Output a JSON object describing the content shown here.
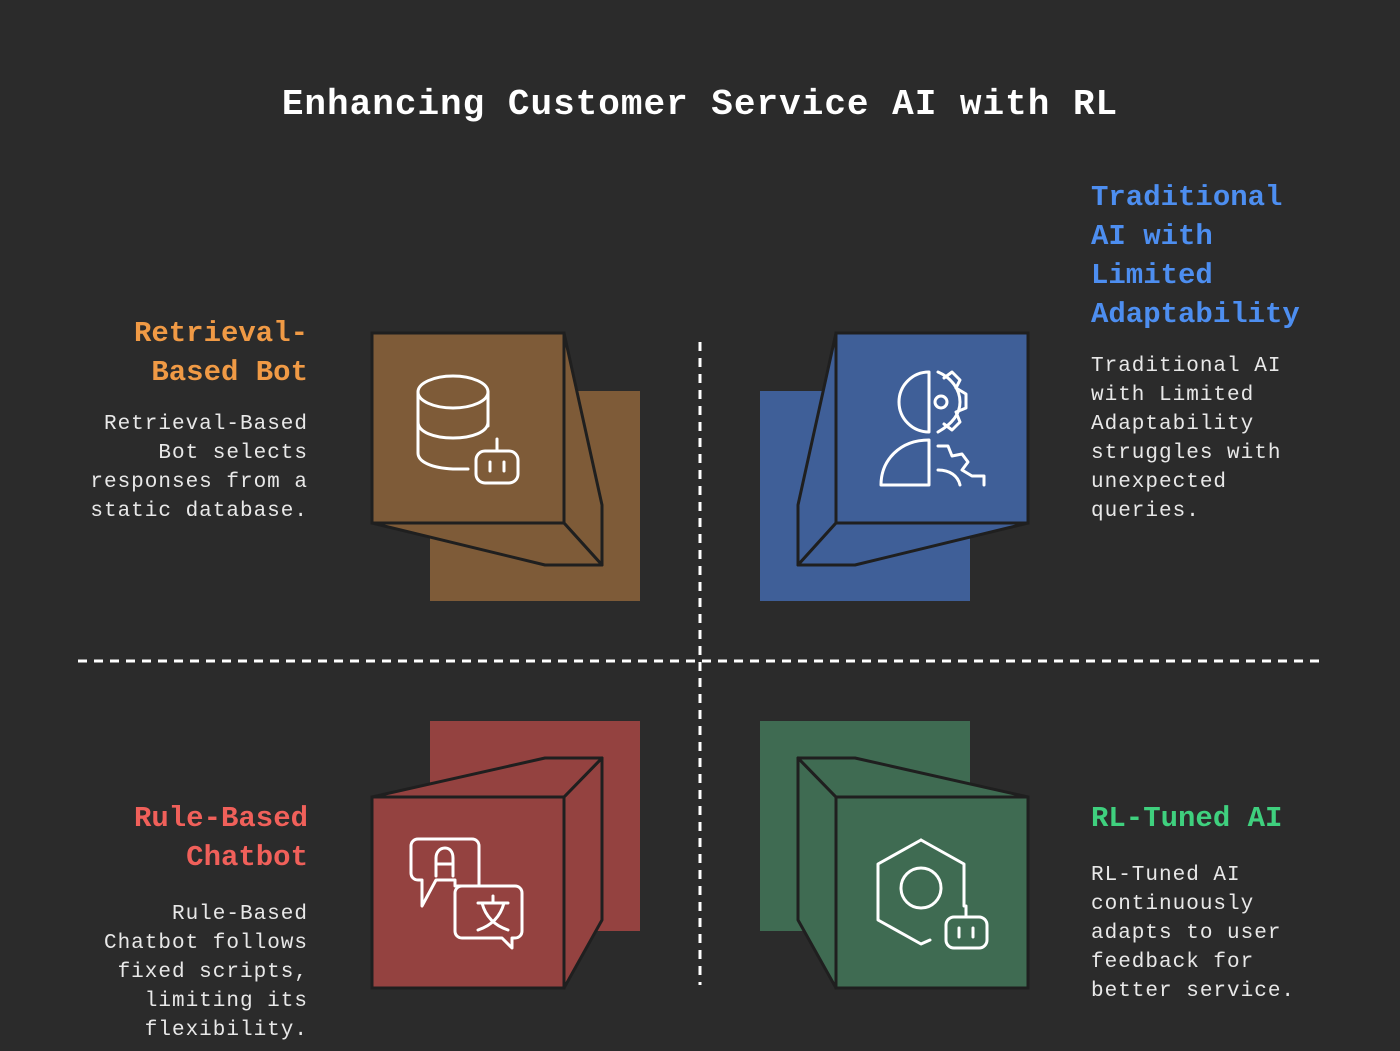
{
  "title": "Enhancing Customer Service AI with RL",
  "colors": {
    "background": "#2b2b2b",
    "retrieval": "#7e5b38",
    "traditional": "#3f5f98",
    "rule": "#944240",
    "rl": "#3f6b52",
    "retrieval_text": "#f09a45",
    "traditional_text": "#4d8ef0",
    "rule_text": "#f0605a",
    "rl_text": "#3fd07e"
  },
  "quadrants": {
    "top_left": {
      "heading_lines": [
        "Retrieval-",
        "Based Bot"
      ],
      "desc_lines": [
        "Retrieval-Based",
        "Bot selects",
        "responses from a",
        "static database."
      ],
      "icon": "database-robot-icon"
    },
    "top_right": {
      "heading_lines": [
        "Traditional",
        "AI with",
        "Limited",
        "Adaptability"
      ],
      "desc_lines": [
        "Traditional AI",
        "with Limited",
        "Adaptability",
        "struggles with",
        "unexpected",
        "queries."
      ],
      "icon": "head-gears-icon"
    },
    "bottom_left": {
      "heading_lines": [
        "Rule-Based",
        "Chatbot"
      ],
      "desc_lines": [
        "Rule-Based",
        "Chatbot follows",
        "fixed scripts,",
        "limiting its",
        "flexibility."
      ],
      "icon": "translate-chat-icon"
    },
    "bottom_right": {
      "heading_lines": [
        "RL-Tuned AI"
      ],
      "desc_lines": [
        "RL-Tuned AI",
        "continuously",
        "adapts to user",
        "feedback for",
        "better service."
      ],
      "icon": "hexagon-robot-icon"
    }
  }
}
